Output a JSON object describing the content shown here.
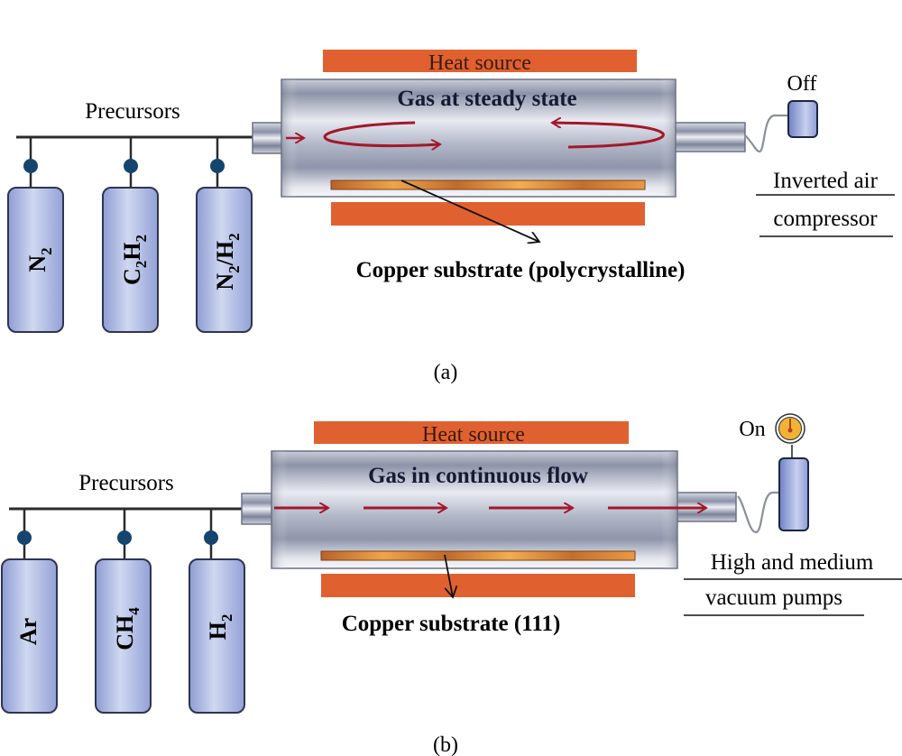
{
  "panel_a": {
    "caption": "(a)",
    "precursors_label": "Precursors",
    "cylinders": [
      {
        "main": "N",
        "sub": "2",
        "rest": "",
        "rest_sub": ""
      },
      {
        "main": "C",
        "sub": "2",
        "rest": "H",
        "rest_sub": "2"
      },
      {
        "main": "N",
        "sub": "2",
        "rest": "/H",
        "rest_sub": "2"
      }
    ],
    "heat_source_label": "Heat source",
    "tube_label": "Gas at steady state",
    "substrate_label": "Copper substrate (polycrystalline)",
    "device_state": "Off",
    "device_label_line1": "Inverted air",
    "device_label_line2": "compressor"
  },
  "panel_b": {
    "caption": "(b)",
    "precursors_label": "Precursors",
    "cylinders": [
      {
        "main": "Ar",
        "sub": "",
        "rest": "",
        "rest_sub": ""
      },
      {
        "main": "CH",
        "sub": "4",
        "rest": "",
        "rest_sub": ""
      },
      {
        "main": "H",
        "sub": "2",
        "rest": "",
        "rest_sub": ""
      }
    ],
    "heat_source_label": "Heat source",
    "tube_label": "Gas in continuous flow",
    "substrate_label": "Copper substrate (111)",
    "device_state": "On",
    "device_label_line1": "High and medium",
    "device_label_line2": "vacuum pumps"
  },
  "colors": {
    "heater": "#e0612f",
    "cylinder_fill": "#aab6e0",
    "valve": "#15456e",
    "flow_arrow": "#a3182b",
    "substrate": "#d9822b",
    "gauge": "#f2b233"
  }
}
